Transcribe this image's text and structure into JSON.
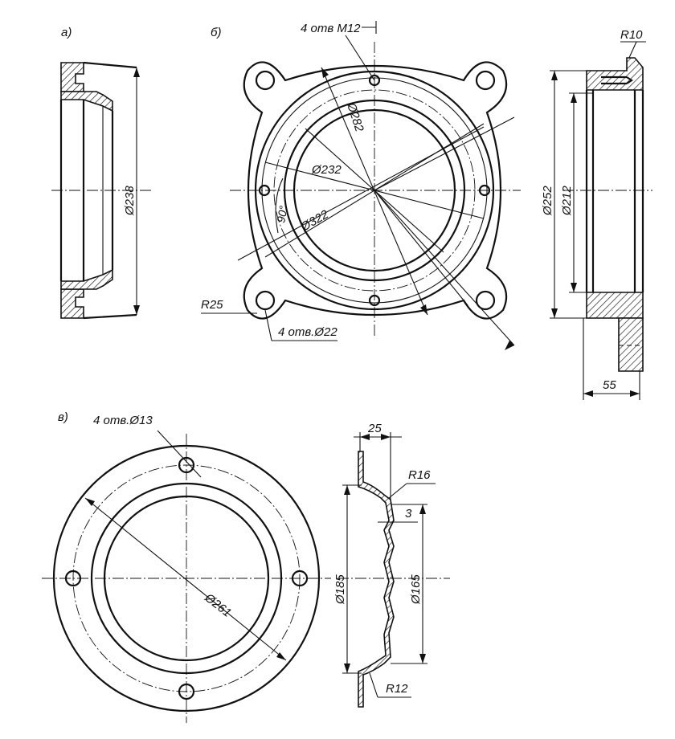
{
  "views": {
    "a": {
      "label": "a)",
      "diameter": "Ø238"
    },
    "b": {
      "label": "б)",
      "holes_thread": "4 отв M12",
      "d282": "Ø282",
      "d232": "Ø232",
      "d322": "Ø322",
      "angle": "90°",
      "radius": "R25",
      "holes": "4 отв.Ø22"
    },
    "b_section": {
      "radius": "R10",
      "d252": "Ø252",
      "d212": "Ø212",
      "width": "55"
    },
    "v": {
      "label": "в)",
      "holes": "4 отв.Ø13",
      "diameter": "Ø261"
    },
    "v_section": {
      "width": "25",
      "r16": "R16",
      "gap": "3",
      "d185": "Ø185",
      "d165": "Ø165",
      "r12": "R12"
    }
  }
}
